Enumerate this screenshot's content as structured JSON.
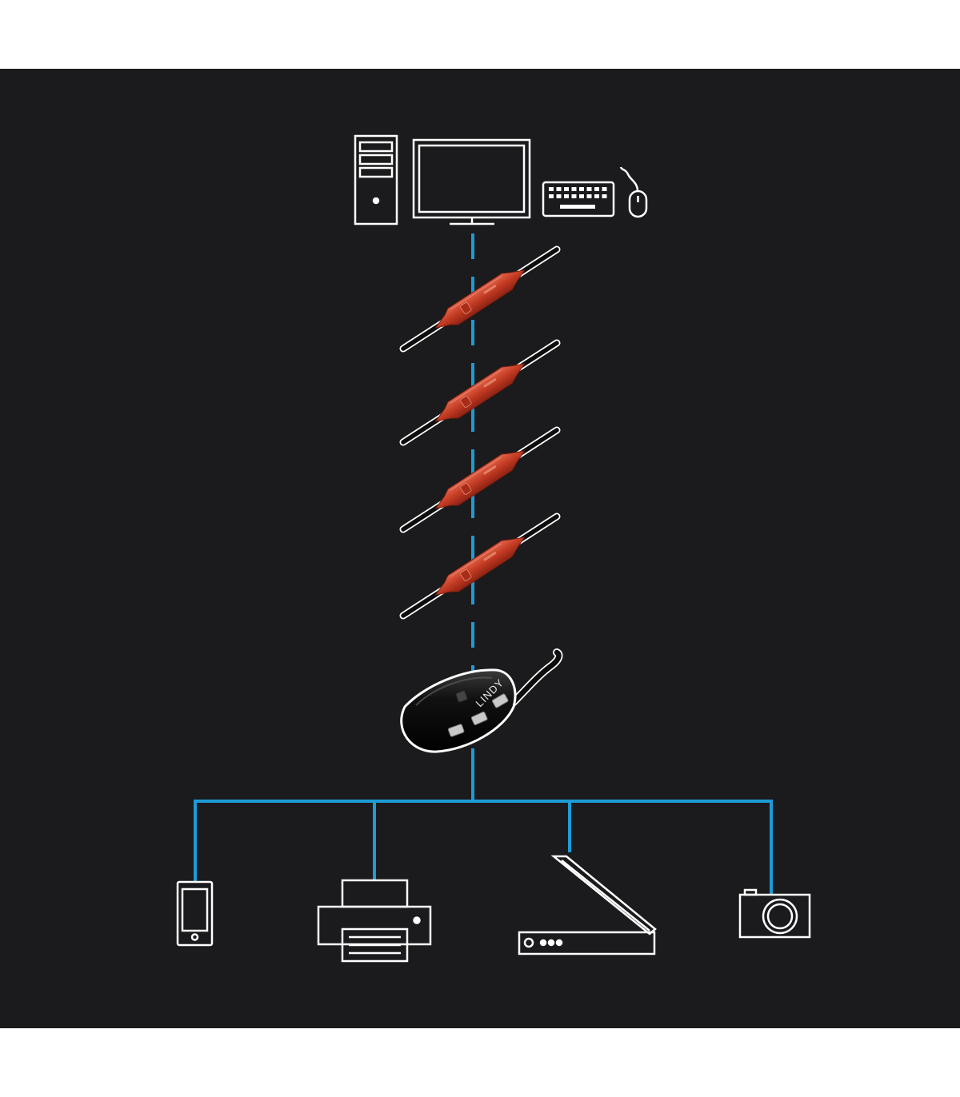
{
  "colors": {
    "background": "#1b1a1c",
    "page_margin": "#ffffff",
    "link_line": "#1d9bd7",
    "icon_stroke": "#ffffff",
    "repeater_body": "#c23a22",
    "cable": "#111111",
    "hub_body": "#0b0b0b"
  },
  "hub": {
    "logo_text": "LINDY"
  },
  "host_devices": [
    {
      "name": "pc-tower",
      "icon": "pc-tower-icon"
    },
    {
      "name": "monitor",
      "icon": "monitor-icon"
    },
    {
      "name": "keyboard",
      "icon": "keyboard-icon"
    },
    {
      "name": "mouse",
      "icon": "mouse-icon"
    }
  ],
  "repeater_cables": [
    {
      "name": "repeater-cable-1",
      "icon": "usb-active-extension-cable-icon"
    },
    {
      "name": "repeater-cable-2",
      "icon": "usb-active-extension-cable-icon"
    },
    {
      "name": "repeater-cable-3",
      "icon": "usb-active-extension-cable-icon"
    },
    {
      "name": "repeater-cable-4",
      "icon": "usb-active-extension-cable-icon"
    }
  ],
  "peripherals": [
    {
      "name": "smartphone",
      "icon": "smartphone-icon"
    },
    {
      "name": "printer",
      "icon": "printer-icon"
    },
    {
      "name": "scanner",
      "icon": "scanner-icon"
    },
    {
      "name": "camera",
      "icon": "camera-icon"
    }
  ]
}
